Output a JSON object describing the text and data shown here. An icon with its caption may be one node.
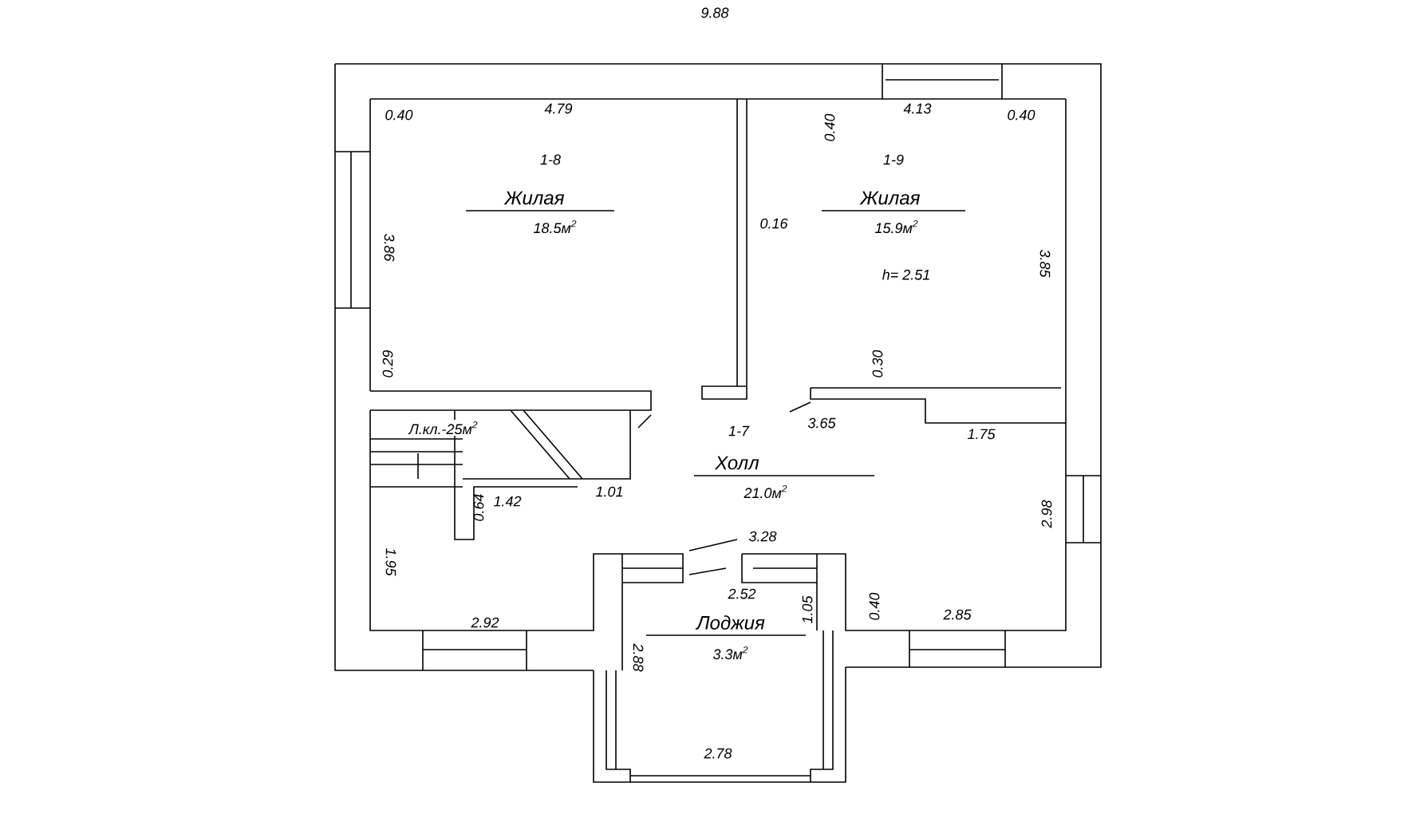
{
  "diagram": {
    "labels": [
      "9.88",
      "0.40",
      "4.79",
      "1-8",
      "Жилая",
      "18.5м$^{2}$",
      "0.40",
      "4.13",
      "0.40",
      "1-9",
      "Жилая",
      "15.9м$^{2}$",
      "0.16",
      "3.86",
      "h= 2.51",
      "3.85",
      "0.29",
      "0.30",
      "Л.кл.-25м$^{2}$",
      "1-7",
      "3.65",
      "1.75",
      "Холл",
      "21.0м$^{2}$",
      "1.01",
      "1.42",
      "0.64",
      "2.98",
      "1.95",
      "3.28",
      "2.52",
      "0.40",
      "1.05",
      "2.92",
      "2.85",
      "Лоджия",
      "3.3м$^{2}$",
      "2.88",
      "2.78"
    ]
  }
}
